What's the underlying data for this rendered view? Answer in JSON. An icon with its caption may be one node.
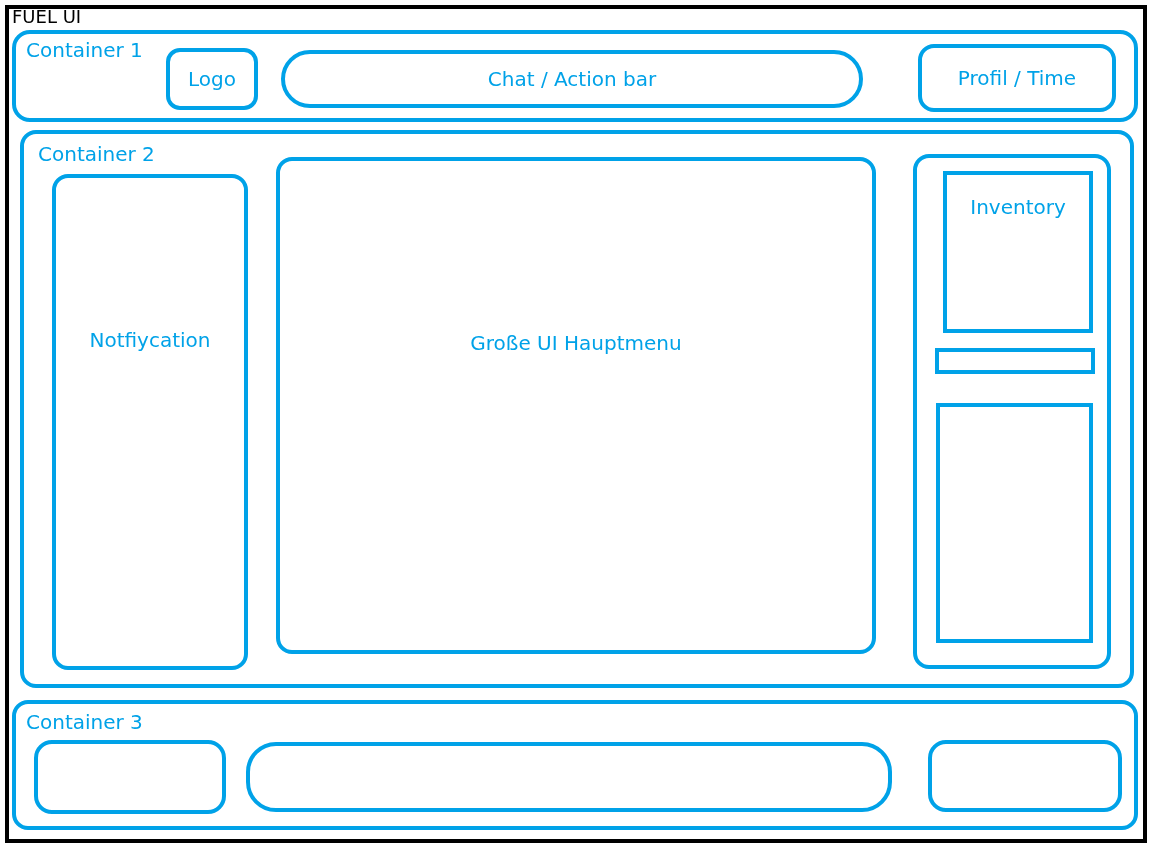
{
  "diagram": {
    "title": "FUEL UI",
    "nodes": [
      {
        "text": [
          "Container 1"
        ]
      },
      {
        "text": [
          "Logo"
        ],
        "in": 0
      },
      {
        "text": [
          "Chat / Action bar"
        ],
        "in": 0
      },
      {
        "text": [
          "Profil / Time"
        ],
        "in": 0
      },
      {
        "text": [
          "Container 2"
        ]
      },
      {
        "text": [
          "Notfiycation"
        ],
        "in": 4
      },
      {
        "text": [
          "Große UI Hauptmenu"
        ],
        "in": 4
      },
      {
        "text": [],
        "shape": "box",
        "in": 4
      },
      {
        "text": [
          "Inventory"
        ],
        "in": 7
      },
      {
        "text": [],
        "shape": "box",
        "in": 7
      },
      {
        "text": [],
        "shape": "box",
        "in": 7
      },
      {
        "text": [
          "Container 3"
        ]
      },
      {
        "text": [],
        "shape": "box",
        "in": 11
      },
      {
        "text": [],
        "shape": "box",
        "in": 11
      },
      {
        "text": [],
        "shape": "box",
        "in": 11
      }
    ],
    "edges": []
  }
}
